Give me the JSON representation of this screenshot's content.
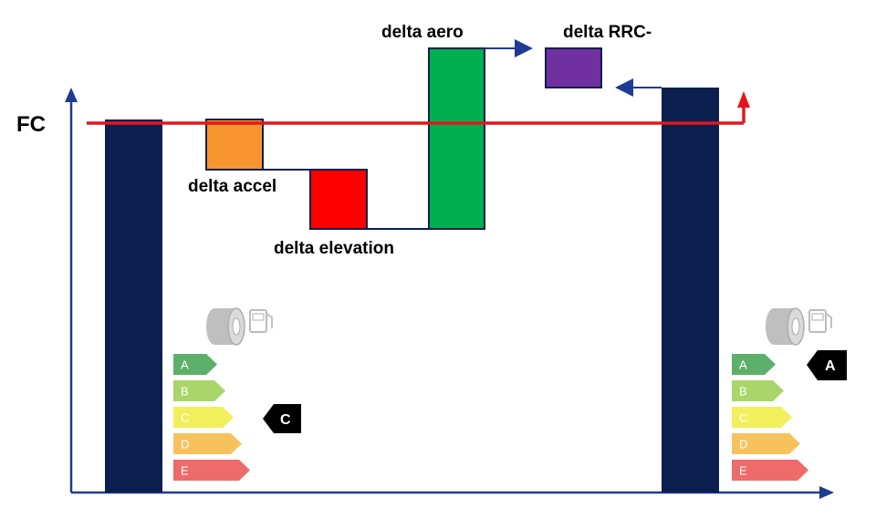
{
  "axis_label": "FC",
  "labels": {
    "accel": "delta accel",
    "elevation": "delta elevation",
    "aero": "delta aero",
    "rrc": "delta RRC-"
  },
  "colors": {
    "base_bar": "#0B1F4F",
    "accel": "#F7962F",
    "elevation": "#FF0000",
    "aero": "#00B050",
    "rrc": "#7030A0",
    "reference_line": "#E4161B",
    "connector": "#0B1F4F",
    "axis": "#1F3A93"
  },
  "icons": [
    "tire-icon",
    "fuel-pump-icon"
  ],
  "label_scales": [
    {
      "ratings": [
        "A",
        "B",
        "C",
        "D",
        "E"
      ],
      "rating_colors": [
        "#5DB06A",
        "#A8D66B",
        "#F2EF5C",
        "#F7C25E",
        "#EE6B6B"
      ],
      "badge": "C"
    },
    {
      "ratings": [
        "A",
        "B",
        "C",
        "D",
        "E"
      ],
      "rating_colors": [
        "#5DB06A",
        "#A8D66B",
        "#F2EF5C",
        "#F7C25E",
        "#EE6B6B"
      ],
      "badge": "A"
    }
  ]
}
